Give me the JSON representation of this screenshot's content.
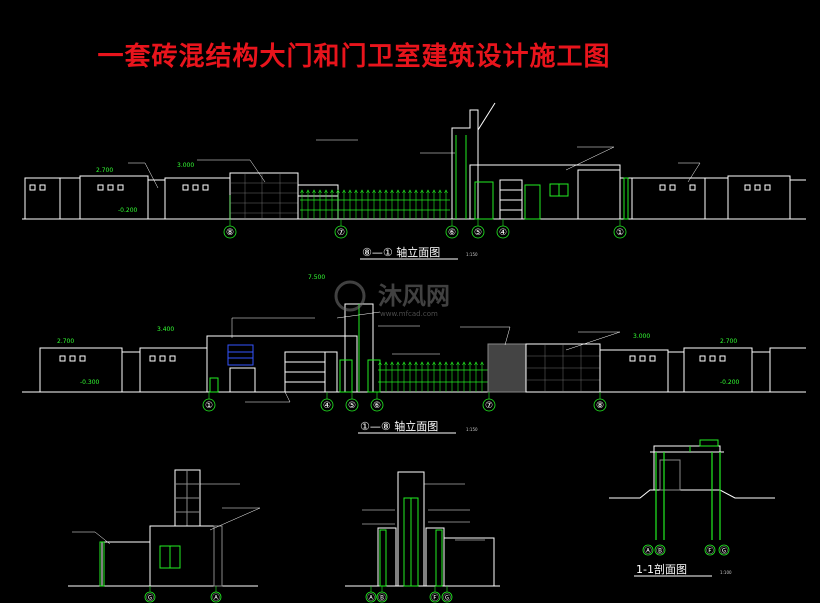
{
  "title": "一套砖混结构大门和门卫室建筑设计施工图",
  "elev1": {
    "caption": "⑧—① 轴立面图",
    "scale": "1:150",
    "axes": [
      "⑧",
      "⑦",
      "⑥",
      "⑤",
      "④",
      "①"
    ],
    "levels": [
      "2.700",
      "3.000",
      "-0.200"
    ]
  },
  "elev2": {
    "caption": "①—⑧ 轴立面图",
    "scale": "1:150",
    "axes": [
      "①",
      "④",
      "⑤",
      "⑥",
      "⑦",
      "⑧"
    ],
    "levels": [
      "7.500",
      "2.700",
      "3.400",
      "3.000",
      "2.700",
      "-0.300",
      "-0.200"
    ]
  },
  "left_side": {
    "axes": [
      "Ⓖ",
      "Ⓐ"
    ]
  },
  "mid_side": {
    "axes": [
      "Ⓐ",
      "Ⓑ",
      "Ⓕ",
      "Ⓖ"
    ]
  },
  "section": {
    "caption": "1-1剖面图",
    "scale": "1:100",
    "axes": [
      "Ⓐ",
      "Ⓑ",
      "Ⓕ",
      "Ⓖ"
    ]
  },
  "watermark": {
    "name": "沐风网",
    "url": "www.mfcad.com"
  },
  "colors": {
    "title": "#e8141c",
    "line": "#ffffff",
    "accent": "#22ee22",
    "axis": "#22ee22"
  }
}
